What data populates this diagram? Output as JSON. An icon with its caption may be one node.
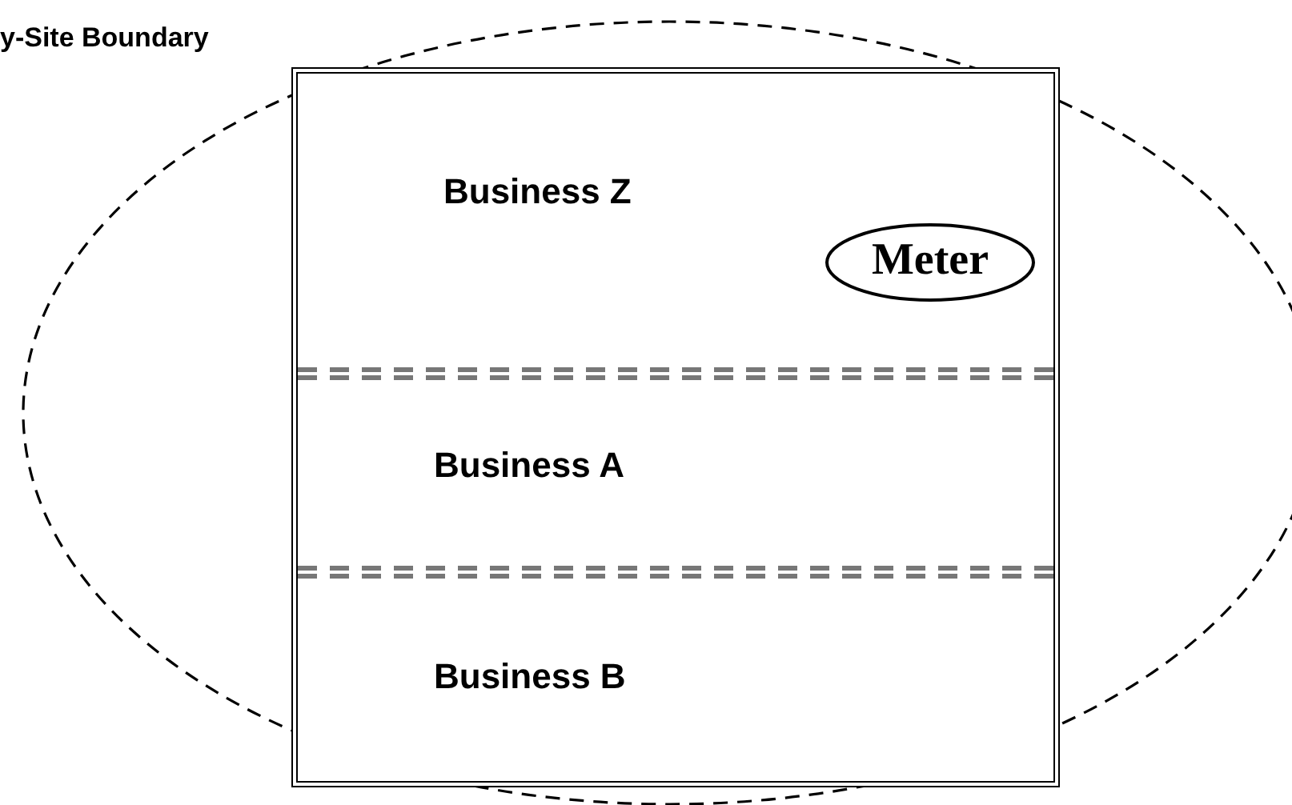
{
  "diagram": {
    "nodes": [
      {
        "text": [
          "y-Site Boundary"
        ]
      },
      {
        "text": [],
        "shape": "box",
        "in": 0
      },
      {
        "text": [
          "Business Z"
        ],
        "in": 1
      },
      {
        "text": [
          "Meter"
        ],
        "in": 2
      },
      {
        "text": [
          "Business A"
        ],
        "in": 1
      },
      {
        "text": [
          "Business B"
        ],
        "in": 1
      }
    ],
    "edges": []
  }
}
